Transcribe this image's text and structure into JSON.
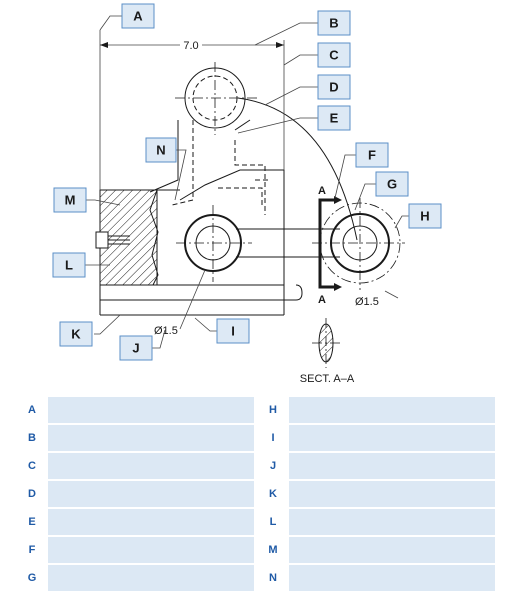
{
  "callout_labels": [
    "A",
    "B",
    "C",
    "D",
    "E",
    "F",
    "G",
    "H",
    "I",
    "J",
    "K",
    "L",
    "M",
    "N"
  ],
  "dimensions": {
    "width": "7.0",
    "diameter_left": "Ø1.5",
    "diameter_right": "Ø1.5"
  },
  "section": {
    "marker_top": "A",
    "marker_bottom": "A",
    "caption": "SECT. A–A"
  },
  "answer_table": {
    "rows": [
      {
        "left": "A",
        "right": "H"
      },
      {
        "left": "B",
        "right": "I"
      },
      {
        "left": "C",
        "right": "J"
      },
      {
        "left": "D",
        "right": "K"
      },
      {
        "left": "E",
        "right": "L"
      },
      {
        "left": "F",
        "right": "M"
      },
      {
        "left": "G",
        "right": "N"
      }
    ]
  },
  "colors": {
    "callout_fill": "#dde9f5",
    "callout_border": "#5b8fc7",
    "table_cell": "#dce8f4",
    "table_label": "#1f5aa6"
  }
}
